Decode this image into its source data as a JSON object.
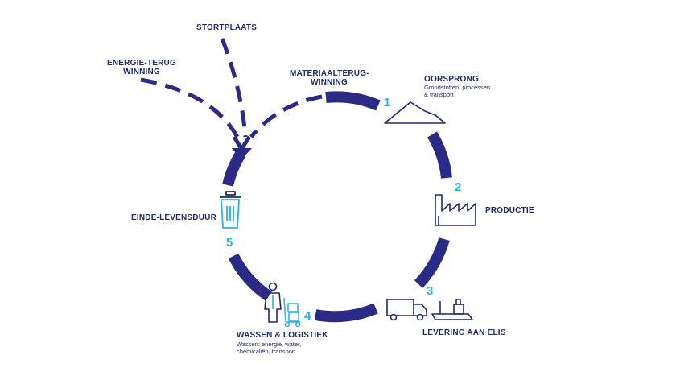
{
  "colors": {
    "arc": "#2b2a86",
    "accent": "#2bb3dd",
    "text": "#1f2a6b",
    "icon": "#1f2a6b"
  },
  "labels": {
    "stortplaats": "STORTPLAATS",
    "energie_1": "ENERGIE-TERUG",
    "energie_2": "WINNING",
    "materiaal_1": "MATERIAALTERUG-",
    "materiaal_2": "WINNING",
    "oorsprong": "OORSPRONG",
    "oorsprong_sub_1": "Grondstoffen, processen",
    "oorsprong_sub_2": "& transport",
    "productie": "PRODUCTIE",
    "levering": "LEVERING AAN ELIS",
    "wassen": "WASSEN & LOGISTIEK",
    "wassen_sub_1": "Wassen: energie, water,",
    "wassen_sub_2": "chemicaliën, transport",
    "einde": "EINDE-LEVENSDUUR"
  },
  "steps": {
    "s1": "1",
    "s2": "2",
    "s3": "3",
    "s4": "4",
    "s5": "5"
  },
  "icons": [
    "mountain-icon",
    "factory-icon",
    "truck-icon",
    "ship-icon",
    "worker-icon",
    "boxes-cart-icon",
    "trash-bin-icon"
  ]
}
